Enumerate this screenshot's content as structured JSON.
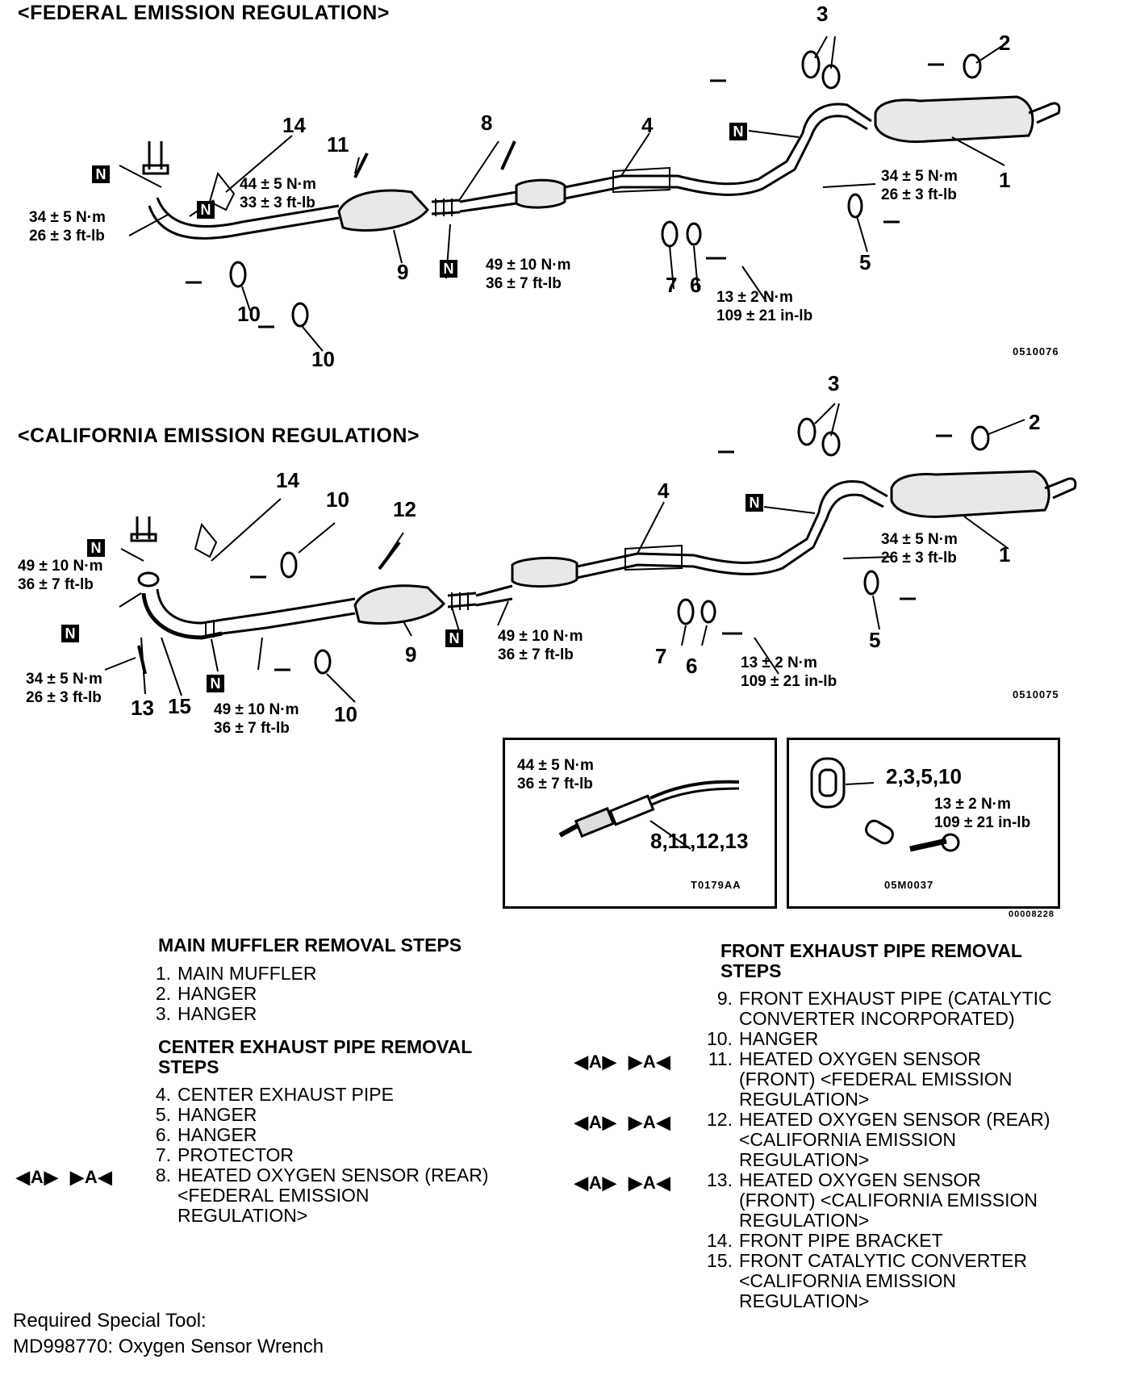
{
  "federal": {
    "title": "<FEDERAL EMISSION REGULATION>",
    "code": "0510076",
    "callouts": [
      "1",
      "2",
      "3",
      "4",
      "5",
      "6",
      "7",
      "8",
      "9",
      "10",
      "10",
      "11",
      "14"
    ],
    "torques": {
      "t1": "44 ± 5 N·m\n33 ± 3 ft-lb",
      "t2": "34 ± 5 N·m\n26 ± 3 ft-lb",
      "t3": "49 ± 10 N·m\n36 ± 7 ft-lb",
      "t4": "13 ± 2 N·m\n109 ± 21 in-lb",
      "t5": "34 ± 5 N·m\n26 ± 3 ft-lb"
    }
  },
  "california": {
    "title": "<CALIFORNIA EMISSION REGULATION>",
    "code": "0510075",
    "callouts": [
      "1",
      "2",
      "3",
      "4",
      "5",
      "6",
      "7",
      "9",
      "10",
      "10",
      "12",
      "13",
      "14",
      "15"
    ],
    "torques": {
      "t1": "49 ± 10 N·m\n36 ± 7 ft-lb",
      "t2": "34 ± 5 N·m\n26 ± 3 ft-lb",
      "t3": "49 ± 10 N·m\n36 ± 7 ft-lb",
      "t4": "49 ± 10 N·m\n36 ± 7 ft-lb",
      "t5": "13 ± 2 N·m\n109 ± 21 in-lb",
      "t6": "34 ± 5 N·m\n26 ± 3 ft-lb"
    }
  },
  "n_label": "N",
  "insets": {
    "sensor": {
      "torque": "44 ± 5 N·m\n36 ± 7 ft-lb",
      "parts": "8,11,12,13",
      "code": "T0179AA"
    },
    "hanger": {
      "parts": "2,3,5,10",
      "torque": "13 ± 2 N·m\n109 ± 21 in-lb",
      "code": "05M0037"
    },
    "figure_code": "00008228"
  },
  "main_muffler": {
    "heading": "MAIN MUFFLER REMOVAL STEPS",
    "steps": [
      {
        "num": "1.",
        "text": "MAIN MUFFLER"
      },
      {
        "num": "2.",
        "text": "HANGER"
      },
      {
        "num": "3.",
        "text": "HANGER"
      }
    ]
  },
  "center_pipe": {
    "heading": "CENTER EXHAUST PIPE REMOVAL\nSTEPS",
    "steps": [
      {
        "num": "4.",
        "text": "CENTER EXHAUST PIPE"
      },
      {
        "num": "5.",
        "text": "HANGER"
      },
      {
        "num": "6.",
        "text": "HANGER"
      },
      {
        "num": "7.",
        "text": "PROTECTOR"
      },
      {
        "num": "8.",
        "text": "HEATED OXYGEN SENSOR (REAR)\n<FEDERAL EMISSION\nREGULATION>",
        "symbols": "◀A▶  ▶A◀"
      }
    ]
  },
  "front_pipe": {
    "heading": "FRONT EXHAUST PIPE REMOVAL\nSTEPS",
    "steps": [
      {
        "num": "9.",
        "text": "FRONT EXHAUST PIPE (CATALYTIC\nCONVERTER INCORPORATED)"
      },
      {
        "num": "10.",
        "text": "HANGER"
      },
      {
        "num": "11.",
        "text": "HEATED OXYGEN SENSOR\n(FRONT) <FEDERAL EMISSION\nREGULATION>",
        "symbols": "◀A▶  ▶A◀"
      },
      {
        "num": "12.",
        "text": "HEATED OXYGEN SENSOR (REAR)\n<CALIFORNIA EMISSION\nREGULATION>",
        "symbols": "◀A▶  ▶A◀"
      },
      {
        "num": "13.",
        "text": "HEATED OXYGEN SENSOR\n(FRONT) <CALIFORNIA EMISSION\nREGULATION>",
        "symbols": "◀A▶  ▶A◀"
      },
      {
        "num": "14.",
        "text": "FRONT PIPE BRACKET"
      },
      {
        "num": "15.",
        "text": "FRONT CATALYTIC CONVERTER\n<CALIFORNIA EMISSION\nREGULATION>"
      }
    ]
  },
  "footer": {
    "line1": "Required Special Tool:",
    "line2": "MD998770: Oxygen Sensor Wrench"
  }
}
